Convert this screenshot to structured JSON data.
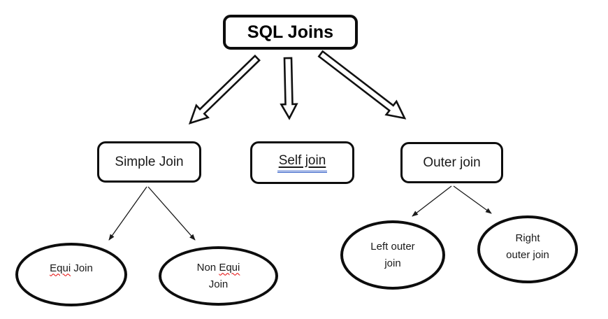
{
  "diagram": {
    "root": {
      "label": "SQL Joins"
    },
    "level2": [
      {
        "id": "simple",
        "label": "Simple Join"
      },
      {
        "id": "self",
        "label": "Self join"
      },
      {
        "id": "outer",
        "label": "Outer join"
      }
    ],
    "leaves": {
      "equi": {
        "misspelled_word": "Equi",
        "rest": "Join"
      },
      "non_equi": {
        "line1_prefix": "Non",
        "line1_misspelled": "Equi",
        "line2": "Join"
      },
      "left_outer": {
        "line1": "Left outer",
        "line2": "join"
      },
      "right_outer": {
        "line1": "Right",
        "line2": "outer join"
      }
    },
    "colors": {
      "background": "#ffffff",
      "shape_stroke": "#0d0d0d",
      "text": "#1a1a1a",
      "spellcheck_underline": "#e40000",
      "grammar_underline": "#2e5bc6"
    }
  }
}
